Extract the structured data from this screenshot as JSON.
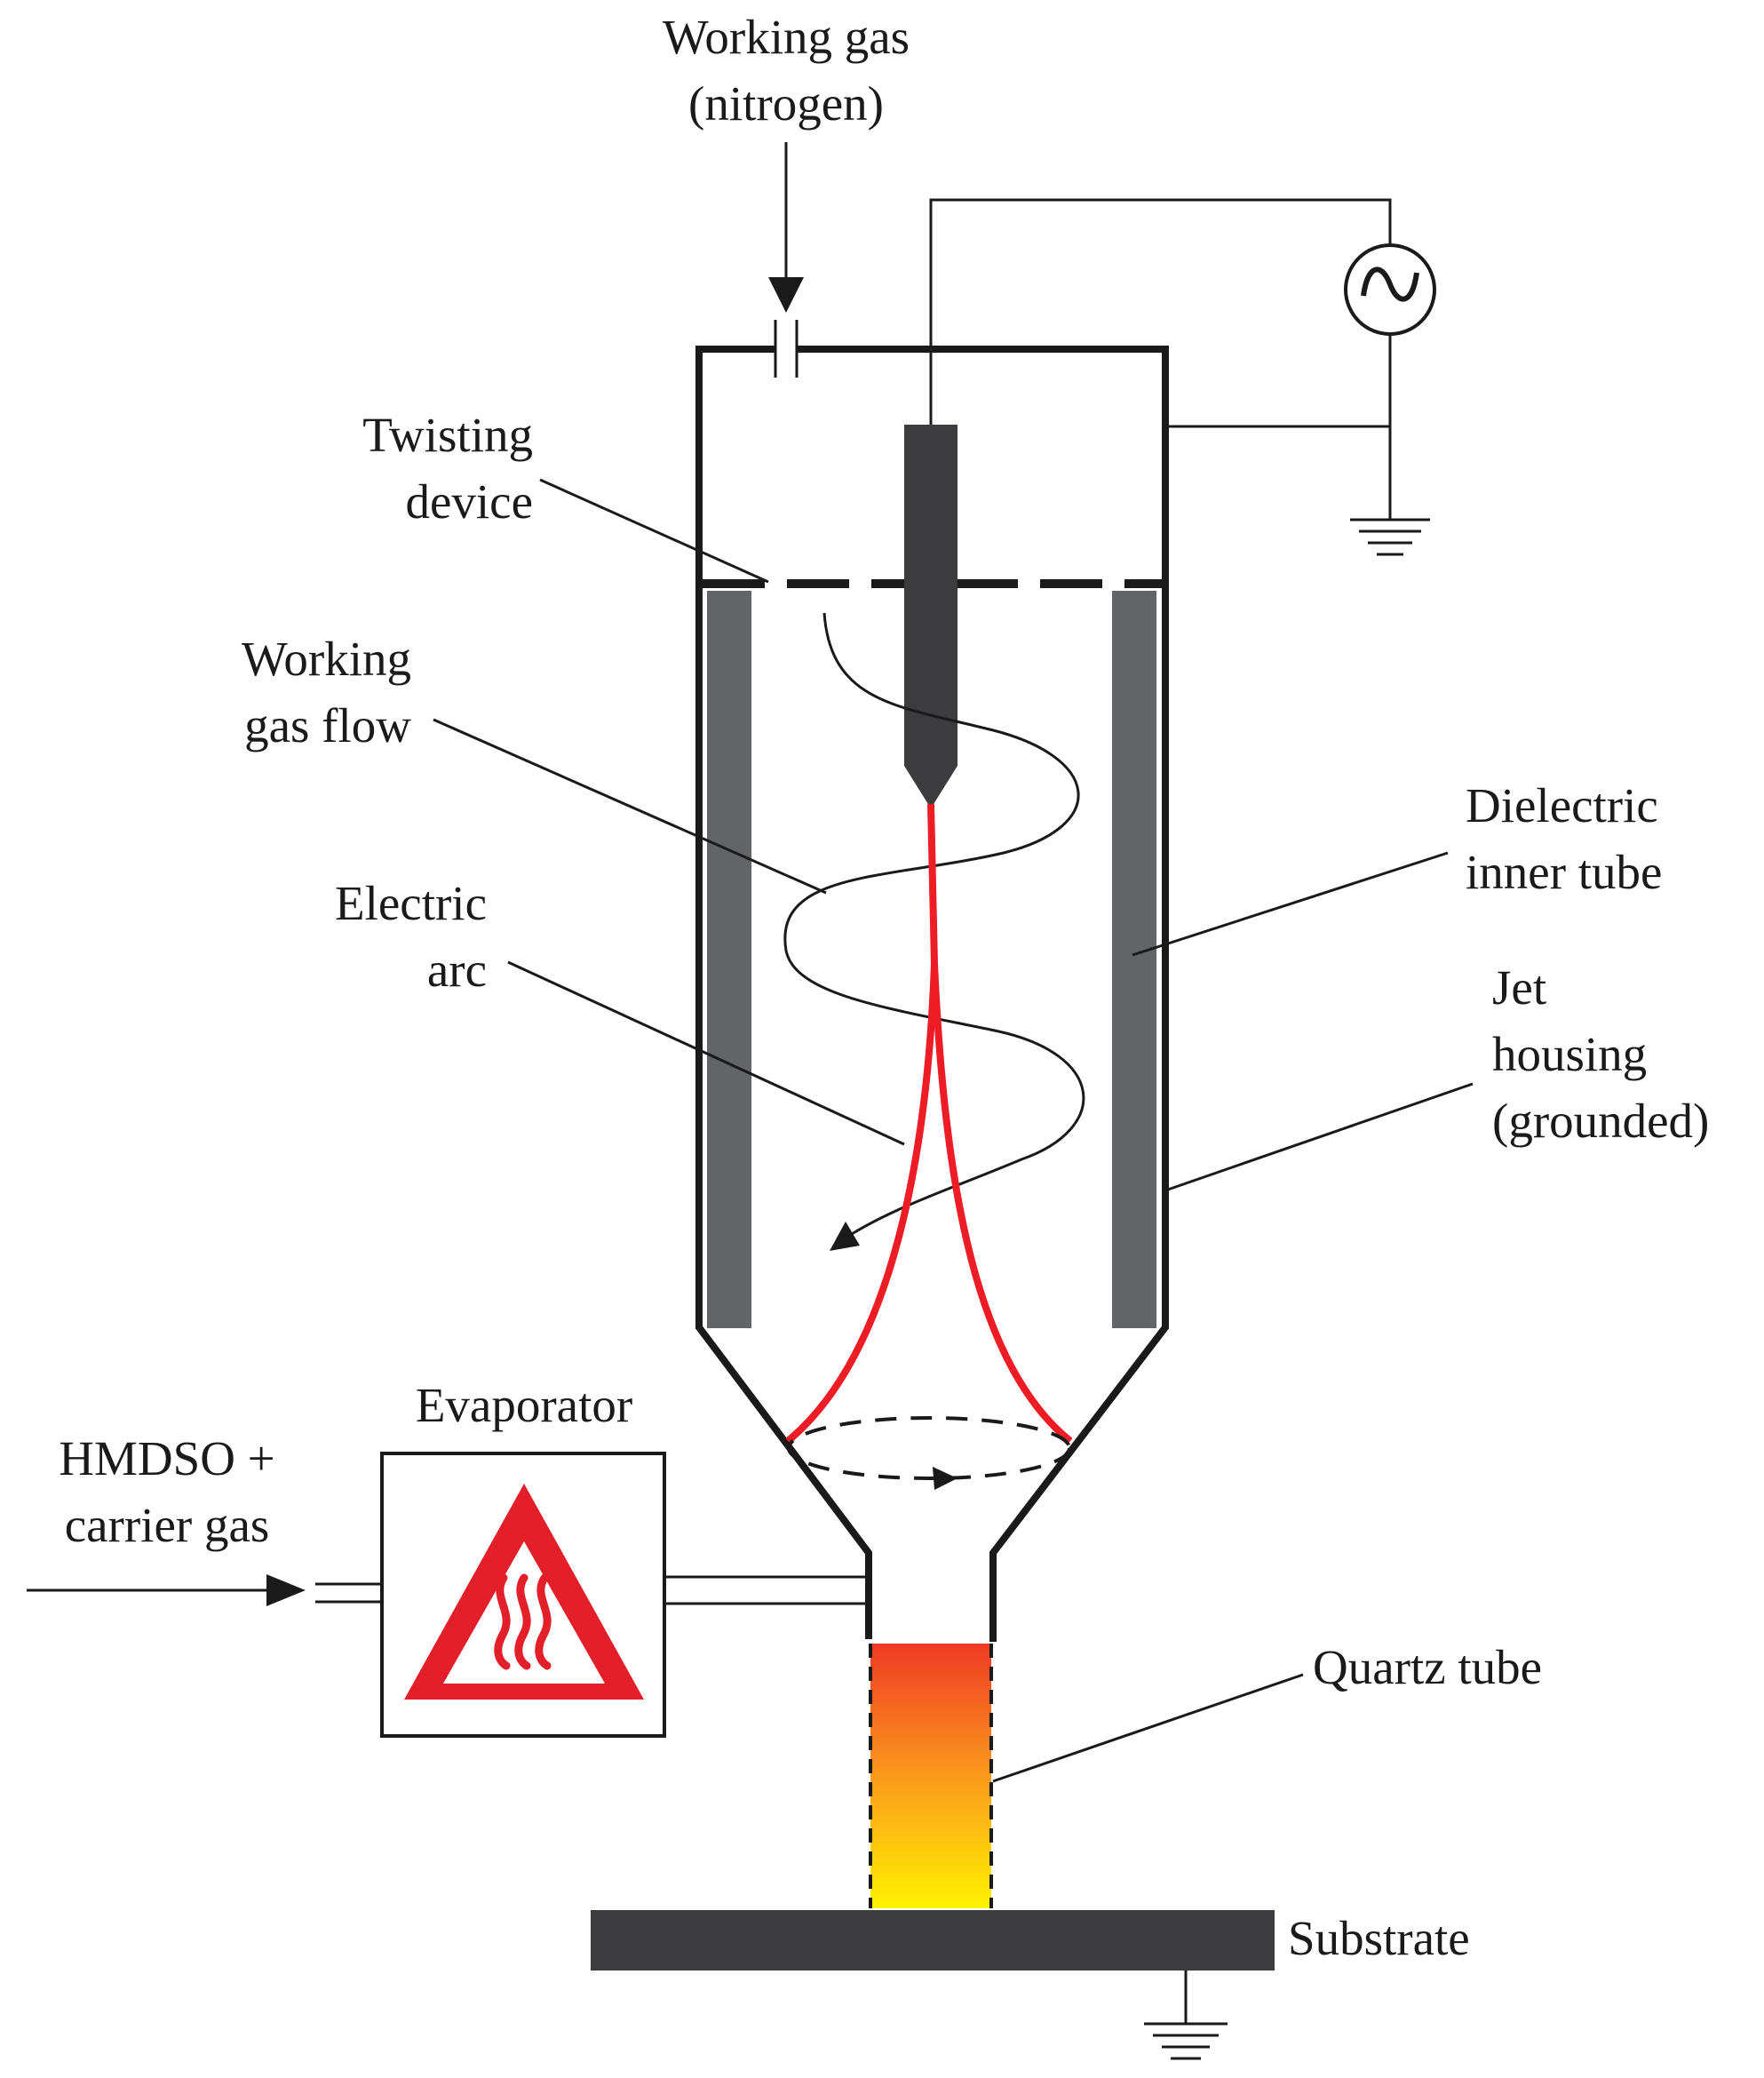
{
  "labels": {
    "working_gas_line1": "Working gas",
    "working_gas_line2": "(nitrogen)",
    "twisting_line1": "Twisting",
    "twisting_line2": "device",
    "wgflow_line1": "Working",
    "wgflow_line2": "gas flow",
    "arc_line1": "Electric",
    "arc_line2": "arc",
    "dielectric_line1": "Dielectric",
    "dielectric_line2": "inner tube",
    "housing_line1": "Jet",
    "housing_line2": "housing",
    "housing_line3": "(grounded)",
    "evaporator": "Evaporator",
    "hmdso_line1": "HMDSO +",
    "hmdso_line2": "carrier gas",
    "quartz": "Quartz tube",
    "substrate": "Substrate"
  },
  "icons": {
    "ac_source": "ac-source-icon",
    "ground": "ground-icon",
    "heat_warning": "heat-warning-icon"
  },
  "colors": {
    "line": "#1a1a1a",
    "electrode": "#3c3c3e",
    "dielectric": "#636468",
    "arc": "#ee1c25",
    "plasma_top": "#ef3a24",
    "plasma_bottom": "#fff200",
    "warning_red": "#e3202a"
  }
}
